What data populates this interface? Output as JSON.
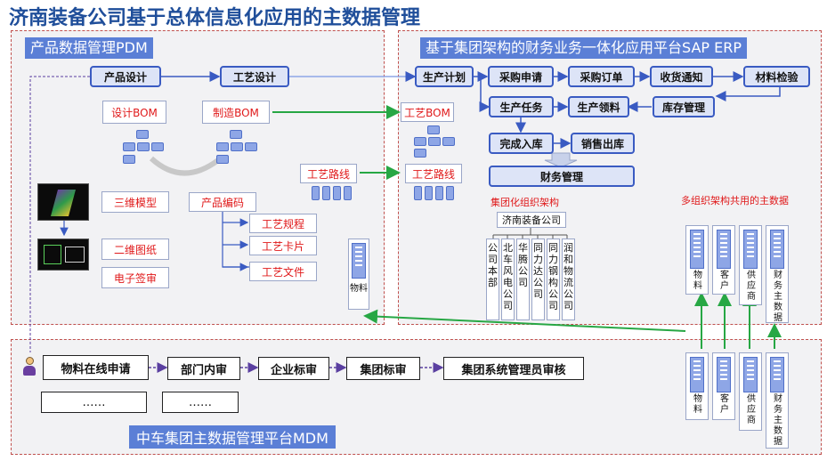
{
  "title": "济南装备公司基于总体信息化应用的主数据管理",
  "pdm": {
    "label": "产品数据管理PDM",
    "product_design": "产品设计",
    "process_design": "工艺设计",
    "design_bom": "设计BOM",
    "mfg_bom": "制造BOM",
    "model_3d": "三维模型",
    "drawing_2d": "二维图纸",
    "e_sign": "电子签审",
    "product_code": "产品编码",
    "process_spec": "工艺规程",
    "process_card": "工艺卡片",
    "process_file": "工艺文件",
    "process_route": "工艺路线",
    "material": "物料"
  },
  "erp": {
    "label": "基于集团架构的财务业务一体化应用平台SAP ERP",
    "production_plan": "生产计划",
    "purchase_request": "采购申请",
    "purchase_order": "采购订单",
    "goods_receipt": "收货通知",
    "material_inspection": "材料检验",
    "production_task": "生产任务",
    "production_pick": "生产领料",
    "inventory": "库存管理",
    "finish_storage": "完成入库",
    "sales_out": "销售出库",
    "finance": "财务管理",
    "process_bom": "工艺BOM",
    "process_route": "工艺路线",
    "group_org": "集团化组织架构",
    "company": "济南装备公司",
    "subsidiaries": [
      "公司本部",
      "北车风电公司",
      "华腾公司",
      "同力达公司",
      "同力钢构公司",
      "润和物流公司"
    ],
    "multi_org_note": "多组织架构共用的主数据",
    "master_data": [
      "物料",
      "客户",
      "供应商",
      "财务主数据"
    ]
  },
  "mdm": {
    "label": "中车集团主数据管理平台MDM",
    "steps": [
      "物料在线申请",
      "部门内审",
      "企业标审",
      "集团标审",
      "集团系统管理员审核"
    ],
    "placeholders": [
      "……",
      "……"
    ],
    "master_data": [
      "物料",
      "客户",
      "供应商",
      "财务主数据"
    ]
  },
  "colors": {
    "panel_border": "#c0504d",
    "accent_blue": "#3a5bc2",
    "label_blue": "#5b7fd6",
    "green_arrow": "#27a744",
    "purple_arrow": "#5a3fa0",
    "red_text": "#e0191a"
  }
}
